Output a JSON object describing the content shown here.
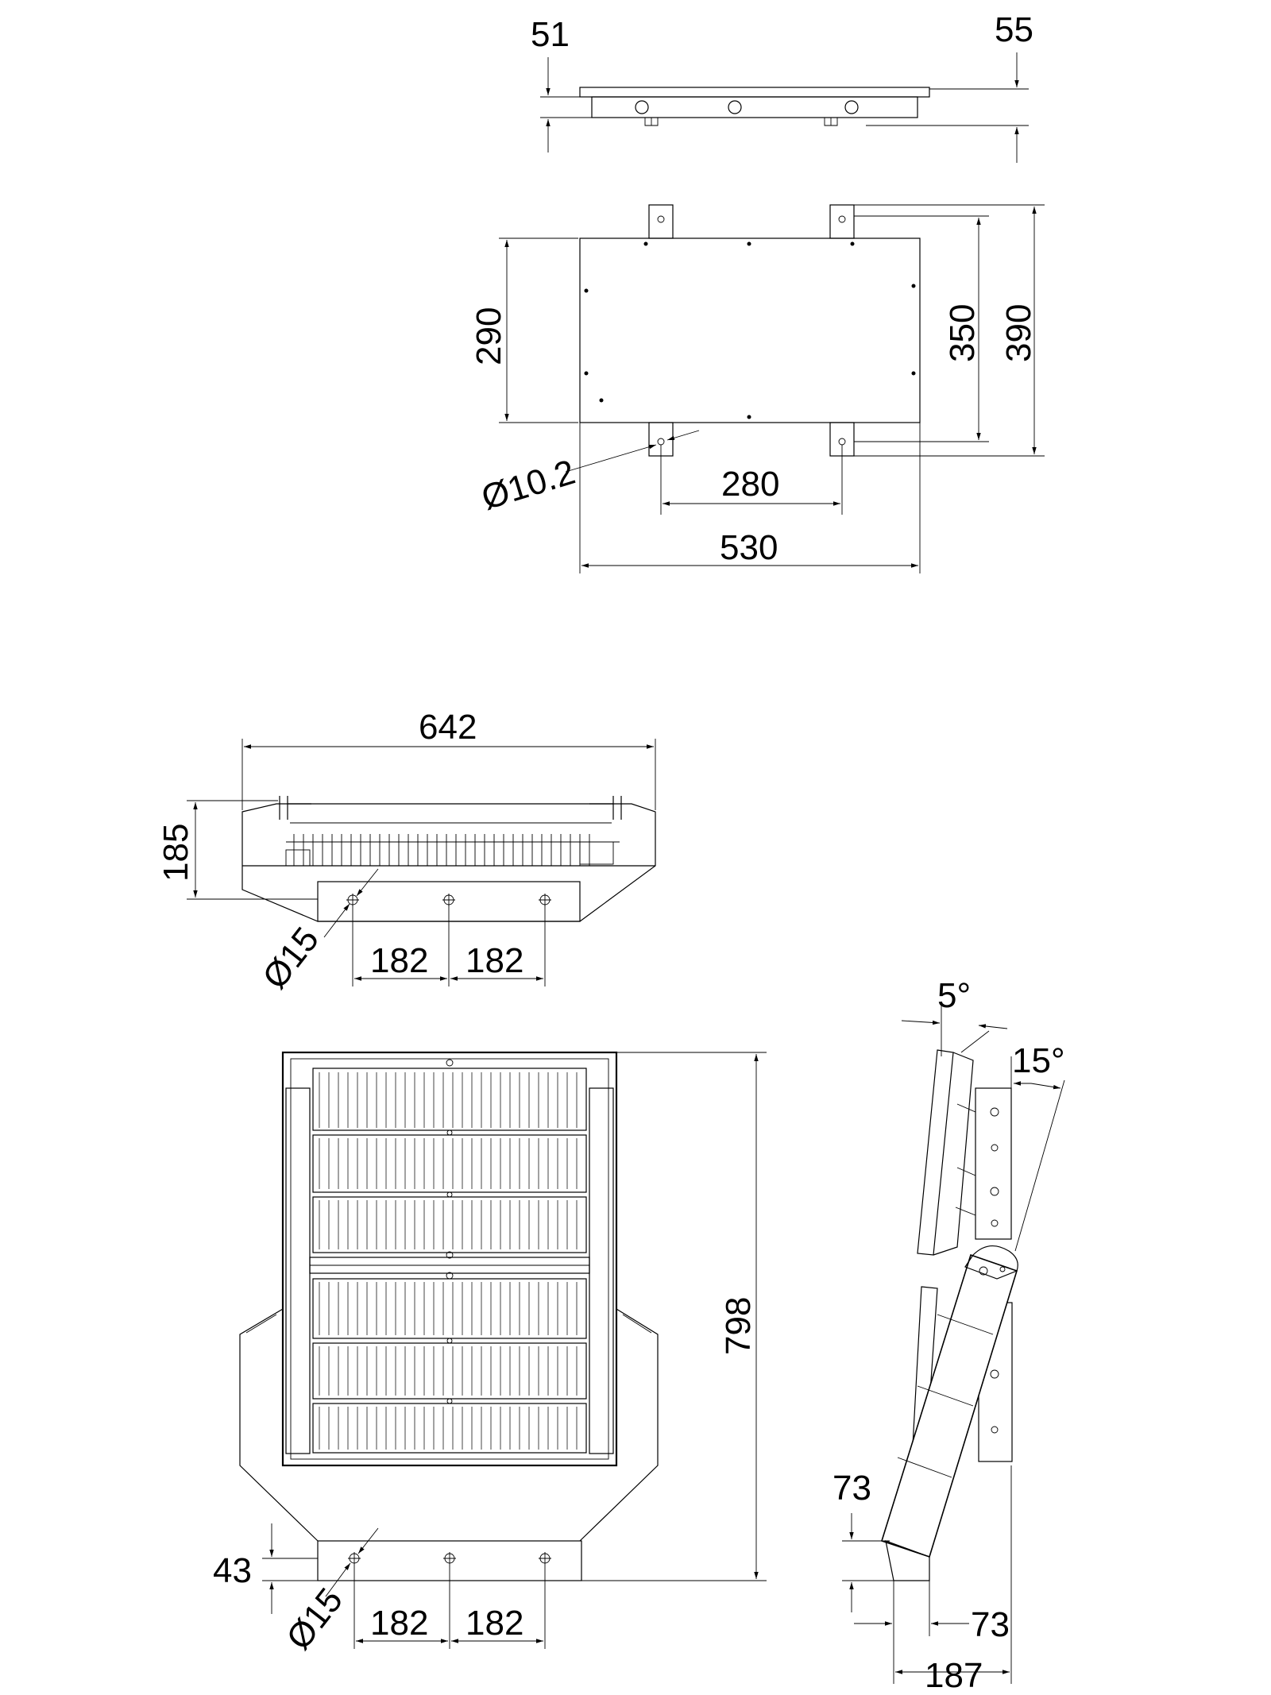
{
  "dimensions": {
    "top_left": "51",
    "top_right": "55",
    "plate_height": "290",
    "bracket_inner": "350",
    "bracket_outer": "390",
    "hole_diameter": "Ø10.2",
    "bracket_spacing": "280",
    "plate_width": "530",
    "overall_width": "642",
    "side_height": "185",
    "mount_hole_front": "Ø15",
    "hole_spacing_front_left": "182",
    "hole_spacing_front_right": "182",
    "overall_height": "798",
    "bottom_offset": "43",
    "mount_hole_bottom": "Ø15",
    "hole_spacing_bottom_left": "182",
    "hole_spacing_bottom_right": "182",
    "tilt_angle_small": "5°",
    "tilt_angle_large": "15°",
    "side_offset_top": "73",
    "side_offset_right": "73",
    "side_depth": "187"
  }
}
